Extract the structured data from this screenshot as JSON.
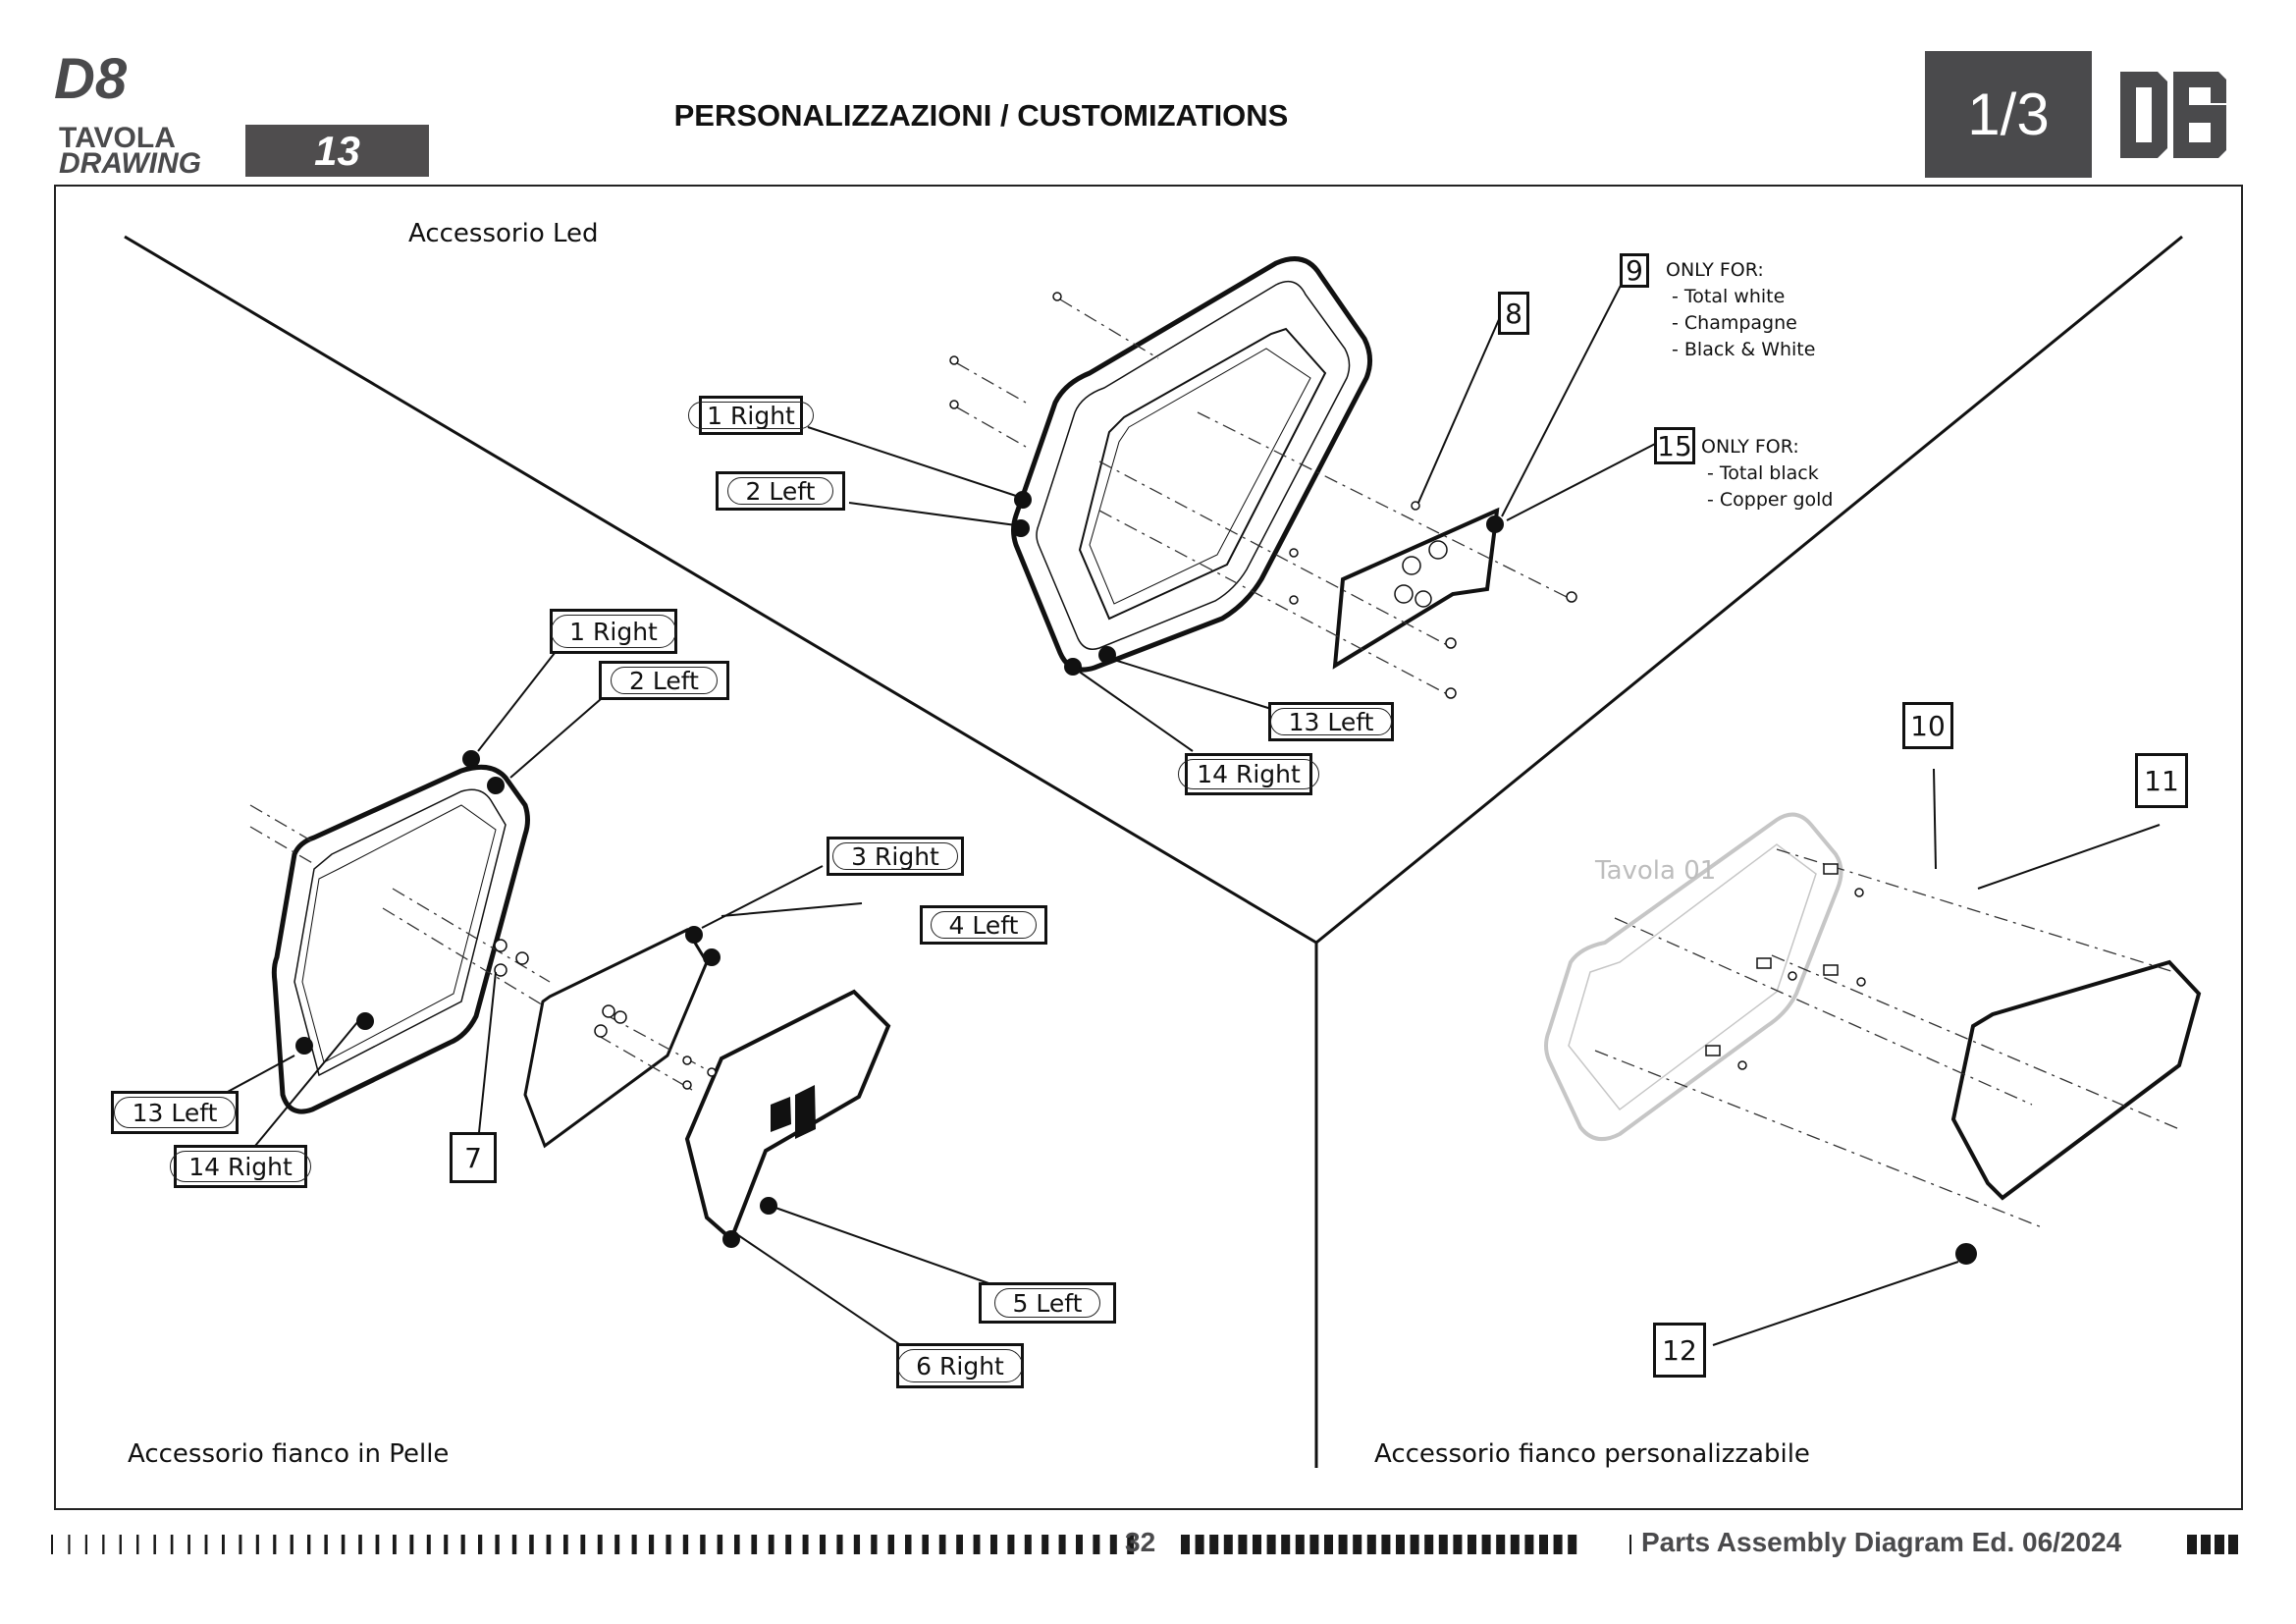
{
  "header": {
    "model": "D8",
    "label_it": "TAVOLA",
    "label_en": "DRAWING",
    "table_number": "13",
    "title": "PERSONALIZZAZIONI / CUSTOMIZATIONS",
    "page_of": "1/3",
    "brand_logo": "D8-logo-icon"
  },
  "sections": {
    "top": {
      "label": "Accessorio Led"
    },
    "left": {
      "label": "Accessorio fianco in Pelle"
    },
    "right": {
      "label": "Accessorio fianco personalizzabile",
      "ghost_label": "Tavola 01"
    }
  },
  "callouts": {
    "led": [
      {
        "text": "1 Right"
      },
      {
        "text": "2 Left"
      },
      {
        "text": "13 Left"
      },
      {
        "text": "14 Right"
      }
    ],
    "led_parts": [
      {
        "number": "8"
      },
      {
        "number": "9",
        "note_title": "ONLY FOR:",
        "note_items": [
          "- Total white",
          "- Champagne",
          "- Black & White"
        ]
      },
      {
        "number": "15",
        "note_title": "ONLY FOR:",
        "note_items": [
          "- Total black",
          "- Copper gold"
        ]
      }
    ],
    "leather": [
      {
        "text": "1 Right"
      },
      {
        "text": "2 Left"
      },
      {
        "text": "3 Right"
      },
      {
        "text": "4 Left"
      },
      {
        "text": "13 Left"
      },
      {
        "text": "14 Right"
      },
      {
        "text": "5 Left"
      },
      {
        "text": "6 Right"
      }
    ],
    "leather_parts": [
      {
        "number": "7"
      }
    ],
    "custom_parts": [
      {
        "number": "10"
      },
      {
        "number": "11"
      },
      {
        "number": "12"
      }
    ]
  },
  "footer": {
    "page_number": "32",
    "text": "Parts Assembly Diagram Ed. 06/2024"
  },
  "colors": {
    "header_gray": "#4a4a4c",
    "ink": "#111111",
    "ghost": "#bdbdbd"
  }
}
